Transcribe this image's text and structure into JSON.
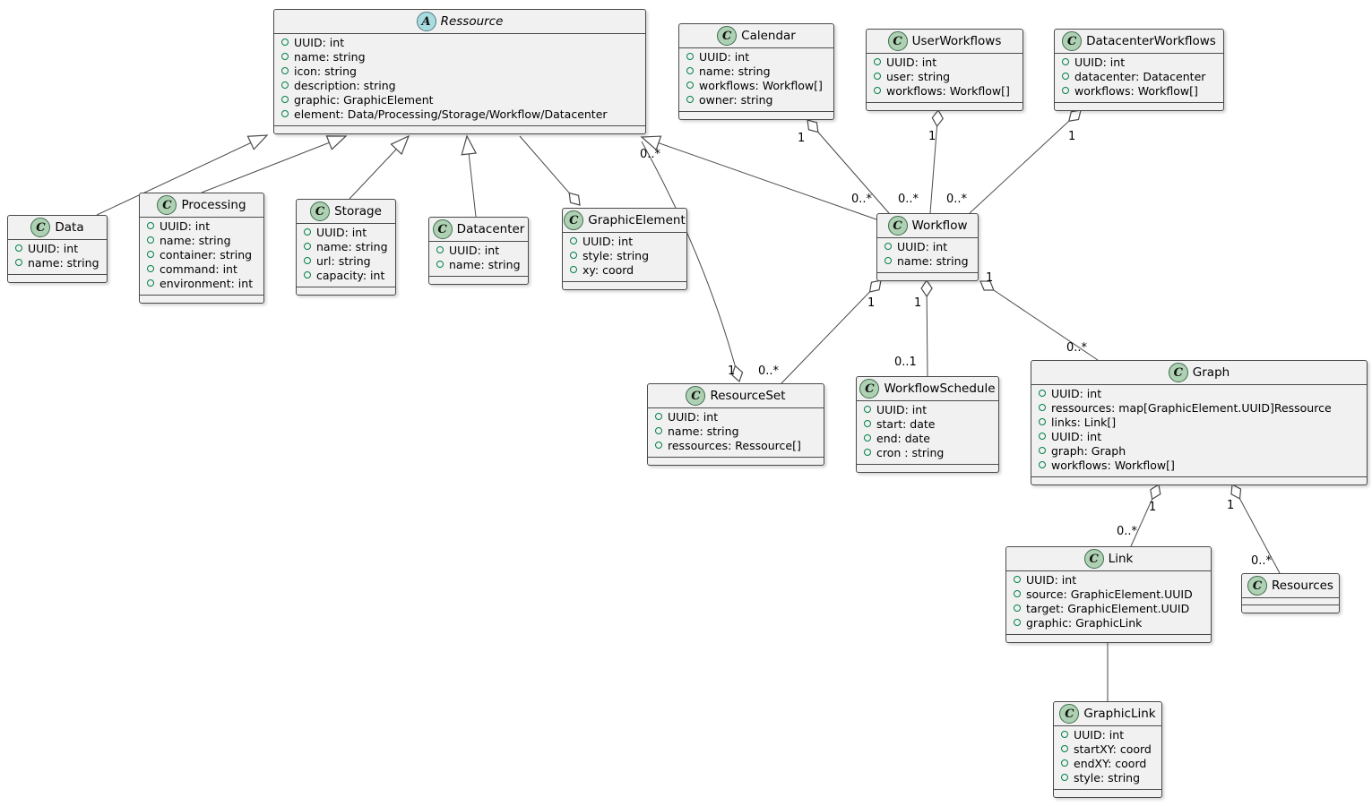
{
  "diagram": {
    "classes": [
      {
        "id": "ressource",
        "name": "Ressource",
        "icon": "A",
        "abstract": true,
        "attributes": [
          "UUID: int",
          "name: string",
          "icon: string",
          "description: string",
          "graphic: GraphicElement",
          "element: Data/Processing/Storage/Workflow/Datacenter"
        ]
      },
      {
        "id": "calendar",
        "name": "Calendar",
        "icon": "C",
        "abstract": false,
        "attributes": [
          "UUID: int",
          "name: string",
          "workflows: Workflow[]",
          "owner: string"
        ]
      },
      {
        "id": "userworkflows",
        "name": "UserWorkflows",
        "icon": "C",
        "abstract": false,
        "attributes": [
          "UUID: int",
          "user: string",
          "workflows: Workflow[]"
        ]
      },
      {
        "id": "datacenterworkflows",
        "name": "DatacenterWorkflows",
        "icon": "C",
        "abstract": false,
        "attributes": [
          "UUID: int",
          "datacenter: Datacenter",
          "workflows: Workflow[]"
        ]
      },
      {
        "id": "data",
        "name": "Data",
        "icon": "C",
        "abstract": false,
        "attributes": [
          "UUID: int",
          "name: string"
        ]
      },
      {
        "id": "processing",
        "name": "Processing",
        "icon": "C",
        "abstract": false,
        "attributes": [
          "UUID: int",
          "name: string",
          "container: string",
          "command: int",
          "environment: int"
        ]
      },
      {
        "id": "storage",
        "name": "Storage",
        "icon": "C",
        "abstract": false,
        "attributes": [
          "UUID: int",
          "name: string",
          "url: string",
          "capacity: int"
        ]
      },
      {
        "id": "datacenter",
        "name": "Datacenter",
        "icon": "C",
        "abstract": false,
        "attributes": [
          "UUID: int",
          "name: string"
        ]
      },
      {
        "id": "graphicelement",
        "name": "GraphicElement",
        "icon": "C",
        "abstract": false,
        "attributes": [
          "UUID: int",
          "style: string",
          "xy: coord"
        ]
      },
      {
        "id": "workflow",
        "name": "Workflow",
        "icon": "C",
        "abstract": false,
        "attributes": [
          "UUID: int",
          "name: string"
        ]
      },
      {
        "id": "resourceset",
        "name": "ResourceSet",
        "icon": "C",
        "abstract": false,
        "attributes": [
          "UUID: int",
          "name: string",
          "ressources: Ressource[]"
        ]
      },
      {
        "id": "workflowschedule",
        "name": "WorkflowSchedule",
        "icon": "C",
        "abstract": false,
        "attributes": [
          "UUID: int",
          "start: date",
          "end: date",
          "cron : string"
        ]
      },
      {
        "id": "graph",
        "name": "Graph",
        "icon": "C",
        "abstract": false,
        "attributes": [
          "UUID: int",
          "ressources: map[GraphicElement.UUID]Ressource",
          "links: Link[]",
          "UUID: int",
          "graph: Graph",
          "workflows: Workflow[]"
        ]
      },
      {
        "id": "link",
        "name": "Link",
        "icon": "C",
        "abstract": false,
        "attributes": [
          "UUID: int",
          "source: GraphicElement.UUID",
          "target: GraphicElement.UUID",
          "graphic: GraphicLink"
        ]
      },
      {
        "id": "resources",
        "name": "Resources",
        "icon": "C",
        "abstract": false,
        "attributes": []
      },
      {
        "id": "graphiclink",
        "name": "GraphicLink",
        "icon": "C",
        "abstract": false,
        "attributes": [
          "UUID: int",
          "startXY: coord",
          "endXY: coord",
          "style: string"
        ]
      }
    ],
    "edges": [
      {
        "type": "generalization",
        "from": "data",
        "to": "ressource",
        "labels": []
      },
      {
        "type": "generalization",
        "from": "processing",
        "to": "ressource",
        "labels": []
      },
      {
        "type": "generalization",
        "from": "storage",
        "to": "ressource",
        "labels": []
      },
      {
        "type": "generalization",
        "from": "datacenter",
        "to": "ressource",
        "labels": []
      },
      {
        "type": "generalization",
        "from": "workflow",
        "to": "ressource",
        "labels": []
      },
      {
        "type": "aggregation",
        "from": "graphicelement",
        "to": "ressource",
        "labels": []
      },
      {
        "type": "aggregation",
        "from": "calendar",
        "to": "workflow",
        "labels": [
          {
            "text": "1"
          },
          {
            "text": "0..*"
          }
        ]
      },
      {
        "type": "aggregation",
        "from": "userworkflows",
        "to": "workflow",
        "labels": [
          {
            "text": "1"
          },
          {
            "text": "0..*"
          }
        ]
      },
      {
        "type": "aggregation",
        "from": "datacenterworkflows",
        "to": "workflow",
        "labels": [
          {
            "text": "1"
          },
          {
            "text": "0..*"
          }
        ]
      },
      {
        "type": "aggregation",
        "from": "resourceset",
        "to": "ressource",
        "labels": [
          {
            "text": "1"
          },
          {
            "text": "0..*"
          }
        ]
      },
      {
        "type": "aggregation",
        "from": "workflow",
        "to": "resourceset",
        "labels": [
          {
            "text": "1"
          },
          {
            "text": "0..*"
          }
        ]
      },
      {
        "type": "aggregation",
        "from": "workflow",
        "to": "workflowschedule",
        "labels": [
          {
            "text": "1"
          },
          {
            "text": "0..1"
          }
        ]
      },
      {
        "type": "aggregation",
        "from": "workflow",
        "to": "graph",
        "labels": [
          {
            "text": "1"
          },
          {
            "text": "0..*"
          }
        ]
      },
      {
        "type": "aggregation",
        "from": "graph",
        "to": "link",
        "labels": [
          {
            "text": "1"
          },
          {
            "text": "0..*"
          }
        ]
      },
      {
        "type": "aggregation",
        "from": "graph",
        "to": "resources",
        "labels": [
          {
            "text": "1"
          },
          {
            "text": "0..*"
          }
        ]
      },
      {
        "type": "association",
        "from": "link",
        "to": "graphiclink",
        "labels": []
      }
    ],
    "colors": {
      "background": "#ffffff",
      "class_fill": "#f1f1f1",
      "class_border": "#4a4a4a",
      "class_icon_fill": "#add1b2",
      "abstract_icon_fill": "#a9dcdf",
      "attribute_bullet": "#038048",
      "edge": "#4a4a4a"
    }
  }
}
